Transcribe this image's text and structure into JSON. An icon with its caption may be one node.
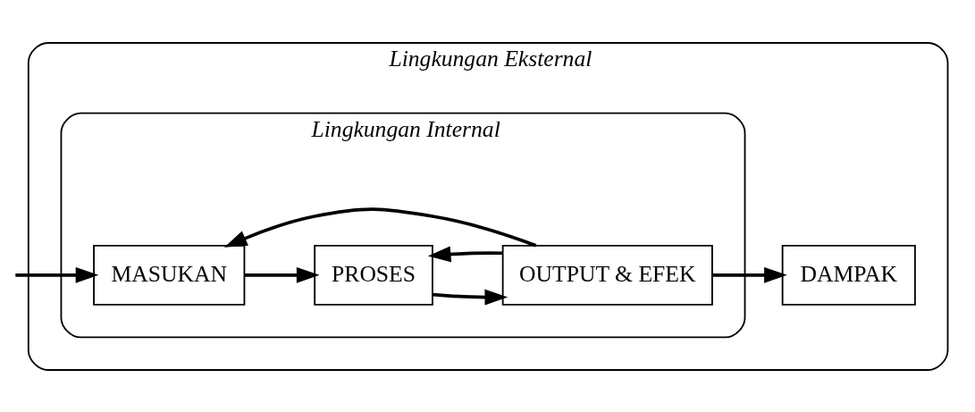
{
  "diagram": {
    "nodes": [
      {
        "text": [
          "Lingkungan Eksternal"
        ]
      },
      {
        "text": [
          "Lingkungan Internal"
        ],
        "in": 0
      },
      {
        "text": [
          "MASUKAN"
        ],
        "in": 1
      },
      {
        "text": [
          "PROSES"
        ],
        "in": 1
      },
      {
        "text": [
          "OUTPUT & EFEK"
        ],
        "in": 1
      },
      {
        "text": [
          "DAMPAK"
        ],
        "in": 0
      }
    ],
    "edges": [
      {
        "from": null,
        "to": 2,
        "arrow": "to"
      },
      {
        "from": 2,
        "to": 3,
        "arrow": "to"
      },
      {
        "from": 3,
        "to": 4,
        "arrow": "to"
      },
      {
        "from": 4,
        "to": 5,
        "arrow": "to"
      },
      {
        "from": 4,
        "to": 2,
        "arrow": "to"
      },
      {
        "from": 4,
        "to": 3,
        "arrow": "to"
      }
    ]
  }
}
